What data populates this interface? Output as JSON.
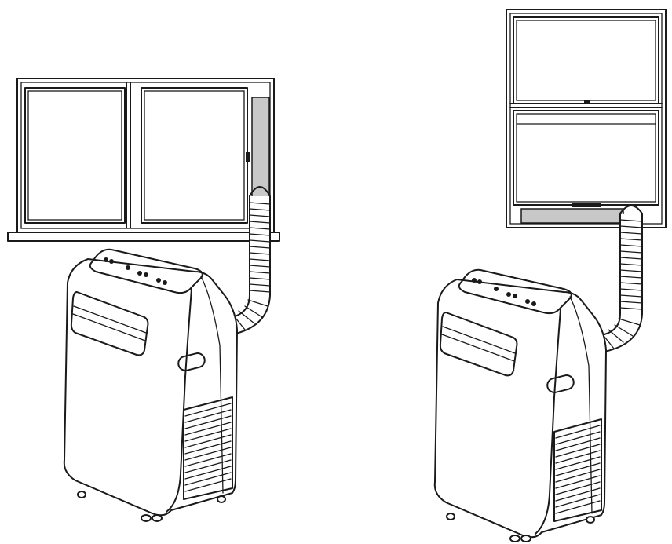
{
  "diagram": {
    "panels": [
      {
        "id": "sliding-window-installation",
        "window_type": "sliding",
        "unit": "portable-air-conditioner",
        "duct": "exhaust-hose"
      },
      {
        "id": "hung-window-installation",
        "window_type": "double-hung",
        "unit": "portable-air-conditioner",
        "duct": "exhaust-hose"
      }
    ],
    "colors": {
      "stroke": "#1a1a1a",
      "background": "#ffffff",
      "window_kit": "#c8c8c8",
      "unit_body": "#ffffff"
    }
  }
}
